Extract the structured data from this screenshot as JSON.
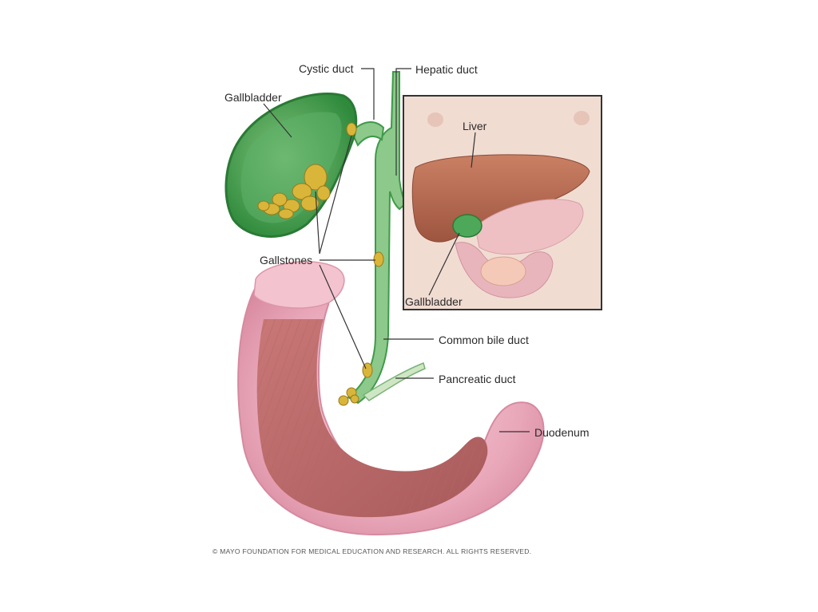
{
  "labels": {
    "cystic_duct": "Cystic duct",
    "hepatic_duct": "Hepatic duct",
    "gallbladder": "Gallbladder",
    "liver": "Liver",
    "inset_gallbladder": "Gallbladder",
    "gallstones": "Gallstones",
    "common_bile_duct": "Common bile duct",
    "pancreatic_duct": "Pancreatic duct",
    "duodenum": "Duodenum"
  },
  "copyright": "© MAYO FOUNDATION FOR MEDICAL EDUCATION AND RESEARCH. ALL RIGHTS RESERVED.",
  "colors": {
    "bile_green": "#3f9a4a",
    "gallstone_yellow": "#d9b53a",
    "duodenum_pink": "#e7a7b8",
    "liver_brown": "#b96a4e",
    "inset_skin": "#f1dcd2",
    "leader_line": "#333333"
  }
}
